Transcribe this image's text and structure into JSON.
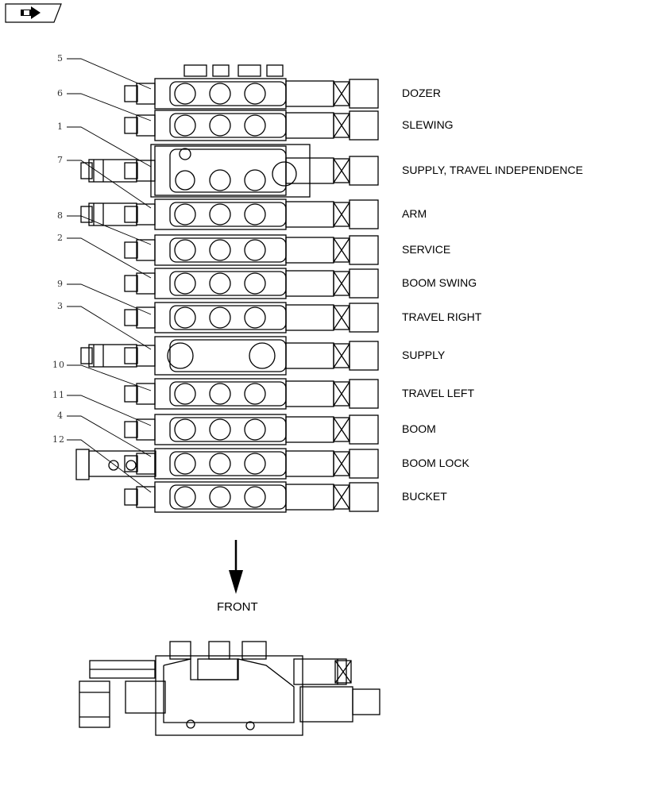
{
  "section_labels": [
    {
      "key": "dozer",
      "text": "DOZER"
    },
    {
      "key": "slewing",
      "text": "SLEWING"
    },
    {
      "key": "supply-travel-independence",
      "text": "SUPPLY, TRAVEL INDEPENDENCE"
    },
    {
      "key": "arm",
      "text": "ARM"
    },
    {
      "key": "service",
      "text": "SERVICE"
    },
    {
      "key": "boom-swing",
      "text": "BOOM SWING"
    },
    {
      "key": "travel-right",
      "text": "TRAVEL RIGHT"
    },
    {
      "key": "supply",
      "text": "SUPPLY"
    },
    {
      "key": "travel-left",
      "text": "TRAVEL LEFT"
    },
    {
      "key": "boom",
      "text": "BOOM"
    },
    {
      "key": "boom-lock",
      "text": "BOOM LOCK"
    },
    {
      "key": "bucket",
      "text": "BUCKET"
    }
  ],
  "callouts": [
    "5",
    "6",
    "1",
    "7",
    "8",
    "2",
    "9",
    "3",
    "10",
    "11",
    "4",
    "12"
  ],
  "front_label": "FRONT",
  "icons": {
    "nav": "arrow-right-icon"
  },
  "colors": {
    "line": "#000000",
    "background": "#ffffff"
  }
}
